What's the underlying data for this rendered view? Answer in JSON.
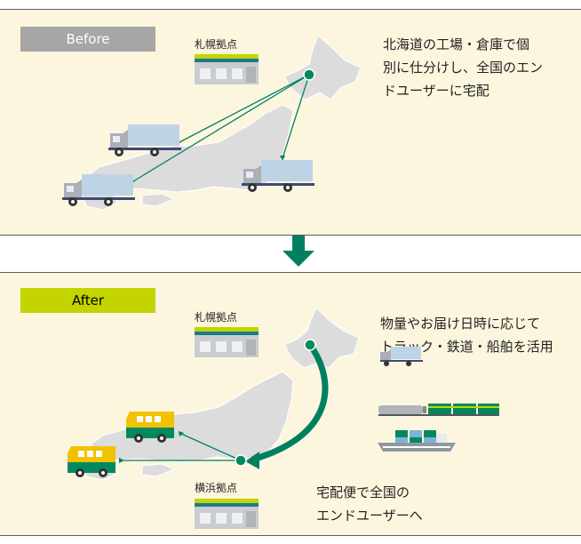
{
  "before": {
    "tag": "Before",
    "depot_label": "札幌拠点",
    "description": [
      "北海道の工場・倉庫で個",
      "別に仕分けし、全国のエン",
      "ドユーザーに宅配"
    ]
  },
  "after": {
    "tag": "After",
    "depot_label": "札幌拠点",
    "description": [
      "物量やお届け日時に応じて",
      "トラック・鉄道・船舶を活用"
    ],
    "depot2_label": "横浜拠点",
    "description2": [
      "宅配便で全国の",
      "エンドユーザーへ"
    ]
  },
  "colors": {
    "panel_bg": "#fdf6df",
    "before_tag": "#a6a6a6",
    "after_tag": "#c3d400",
    "route_green": "#008060",
    "map_gray": "#dcdcdc"
  }
}
